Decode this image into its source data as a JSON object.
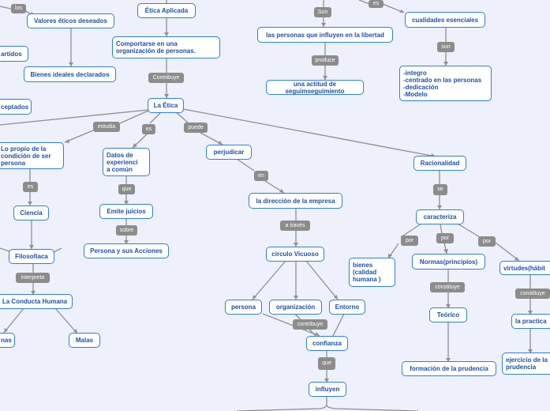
{
  "nodes": {
    "valores_eticos": "Valores éticos deseados",
    "etica_aplicada": "Ética Aplicada",
    "comportarse": "Comportarse en una\norganización de personas.",
    "partidos": "artidos",
    "bienes_ideales": "Bienes ideales declarados",
    "aceptados": "ceptados",
    "la_etica": "La Ética",
    "personas_influyen": "las personas que influyen en la libertad",
    "actitud": "una actitud de seguimseguimiento",
    "cualidades": "cualidades esenciales",
    "lista_cualidades": "-integro\n-centrado en las personas\n-dedicación\n-Modelo",
    "propio_condicion": "Lo propio de la\ncondición de ser\npersona",
    "datos_experiencia": "Datos de\nexperienci\na común",
    "perjudicar": "perjudicar",
    "racionalidad": "Racionalidad",
    "ciencia": "Ciencia",
    "emite_juicios": "Emite juicios",
    "direccion_empresa": "la dirección de la empresa",
    "caracteriza": "caracteriza",
    "persona_acciones": "Persona y sus Acciones",
    "circulo_vicioso": "círculo Vicuoso",
    "filosofica": "Filosofiaca",
    "bienes_calidad": "bienes\n(calidad\nhumana )",
    "normas": "Normas(principios)",
    "virtudes": "virtudes(hábit",
    "conducta_humana": "La Conducta Humana",
    "persona": "persona",
    "organizacion": "organización",
    "entorno": "Entorno",
    "teorico": "Teórico",
    "la_practica": "la practica",
    "nas": "nas",
    "malas": "Malas",
    "confianza": "confianza",
    "formacion_prudencia": "formación de la prudencia",
    "ejercicio_prudencia": "ejercicio de la\nprudencia",
    "influyen": "influyen"
  },
  "links": {
    "los": "los",
    "son_top": "Son",
    "es_top": "es",
    "contribuye": "Contribuye",
    "son_cualidades": "son",
    "produce": "produce",
    "estudia": "estudia",
    "es": "es",
    "puede": "puede",
    "es_ciencia": "es",
    "que_juicios": "que",
    "en": "en",
    "se": "se",
    "a_traves": "a través",
    "sobre": "sobre",
    "por_bienes": "por",
    "por_normas": "por",
    "por_virtudes": "por",
    "interpreta": "interpreta",
    "constituye_teorico": "constituye",
    "constituye_practica": "constituye",
    "contribuye_confianza": "contribuye",
    "que_influyen": "que"
  },
  "colors": {
    "node_border": "#2e7fd6",
    "node_text": "#1f4fa8",
    "label_bg": "#8c8c8c",
    "edge": "#8c8c8c",
    "background": "#eef0fb"
  }
}
